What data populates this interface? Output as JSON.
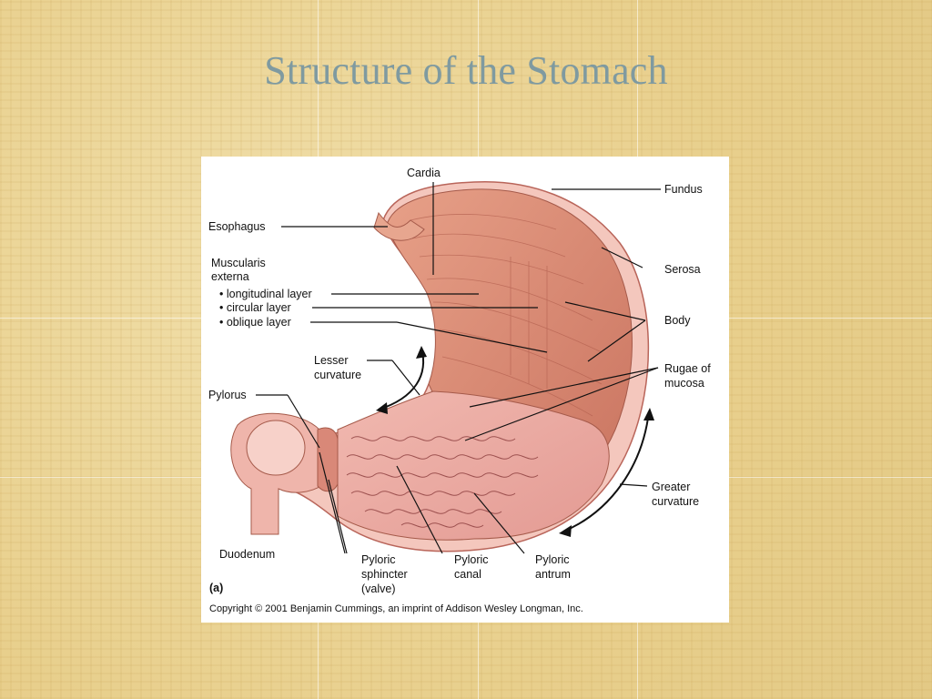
{
  "slide": {
    "title": "Structure of the Stomach"
  },
  "diagram": {
    "labels": {
      "cardia": "Cardia",
      "fundus": "Fundus",
      "esophagus": "Esophagus",
      "muscularis_line1": "Muscularis",
      "muscularis_line2": "externa",
      "longitudinal": "• longitudinal layer",
      "circular": "• circular layer",
      "oblique": "• oblique layer",
      "serosa": "Serosa",
      "body": "Body",
      "lesser_line1": "Lesser",
      "lesser_line2": "curvature",
      "rugae_line1": "Rugae of",
      "rugae_line2": "mucosa",
      "pylorus": "Pylorus",
      "greater_line1": "Greater",
      "greater_line2": "curvature",
      "duodenum": "Duodenum",
      "pyloric_sphincter_line1": "Pyloric",
      "pyloric_sphincter_line2": "sphincter",
      "pyloric_sphincter_line3": "(valve)",
      "pyloric_canal_line1": "Pyloric",
      "pyloric_canal_line2": "canal",
      "pyloric_antrum_line1": "Pyloric",
      "pyloric_antrum_line2": "antrum",
      "panel_letter": "(a)",
      "copyright": "Copyright © 2001 Benjamin Cummings, an imprint of Addison Wesley Longman, Inc."
    },
    "colors": {
      "muscle": "#d98b74",
      "mucosa": "#e9a6a0",
      "outer_wall": "#f2c2b8",
      "fold_line": "#8a3b3b"
    }
  }
}
